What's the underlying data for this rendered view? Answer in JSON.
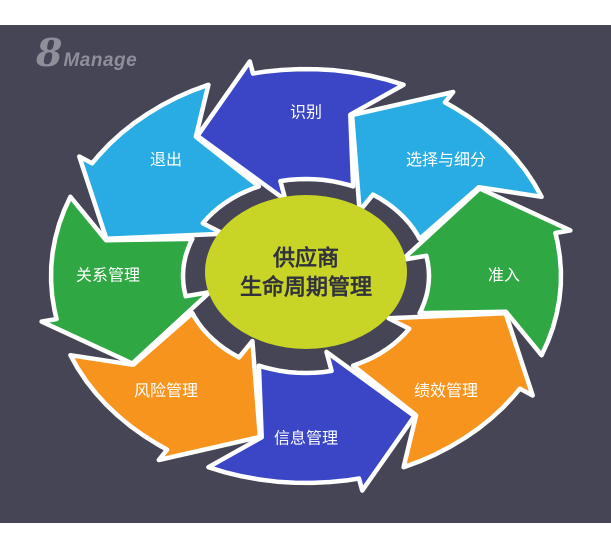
{
  "logo": {
    "prefix": "8",
    "name": "Manage"
  },
  "center": {
    "line1": "供应商",
    "line2": "生命周期管理",
    "fill": "#C8D526"
  },
  "colors": {
    "background": "#454556",
    "page": "#FFFFFF",
    "stroke": "#FFFFFF",
    "blue": "#3A46C6",
    "cyan": "#29ACE3",
    "green": "#2FA843",
    "orange": "#F7941D"
  },
  "segments": [
    {
      "id": "identify",
      "label": "识别",
      "angle": 270,
      "color": "#3A46C6"
    },
    {
      "id": "exit",
      "label": "退出",
      "angle": 225,
      "color": "#29ACE3"
    },
    {
      "id": "relationship",
      "label": "关系管理",
      "angle": 180,
      "color": "#2FA843"
    },
    {
      "id": "risk",
      "label": "风险管理",
      "angle": 135,
      "color": "#F7941D"
    },
    {
      "id": "information",
      "label": "信息管理",
      "angle": 90,
      "color": "#3A46C6"
    },
    {
      "id": "performance",
      "label": "绩效管理",
      "angle": 45,
      "color": "#F7941D"
    },
    {
      "id": "admission",
      "label": "准入",
      "angle": 0,
      "color": "#2FA843"
    },
    {
      "id": "select",
      "label": "选择与细分",
      "angle": 315,
      "color": "#29ACE3"
    }
  ]
}
